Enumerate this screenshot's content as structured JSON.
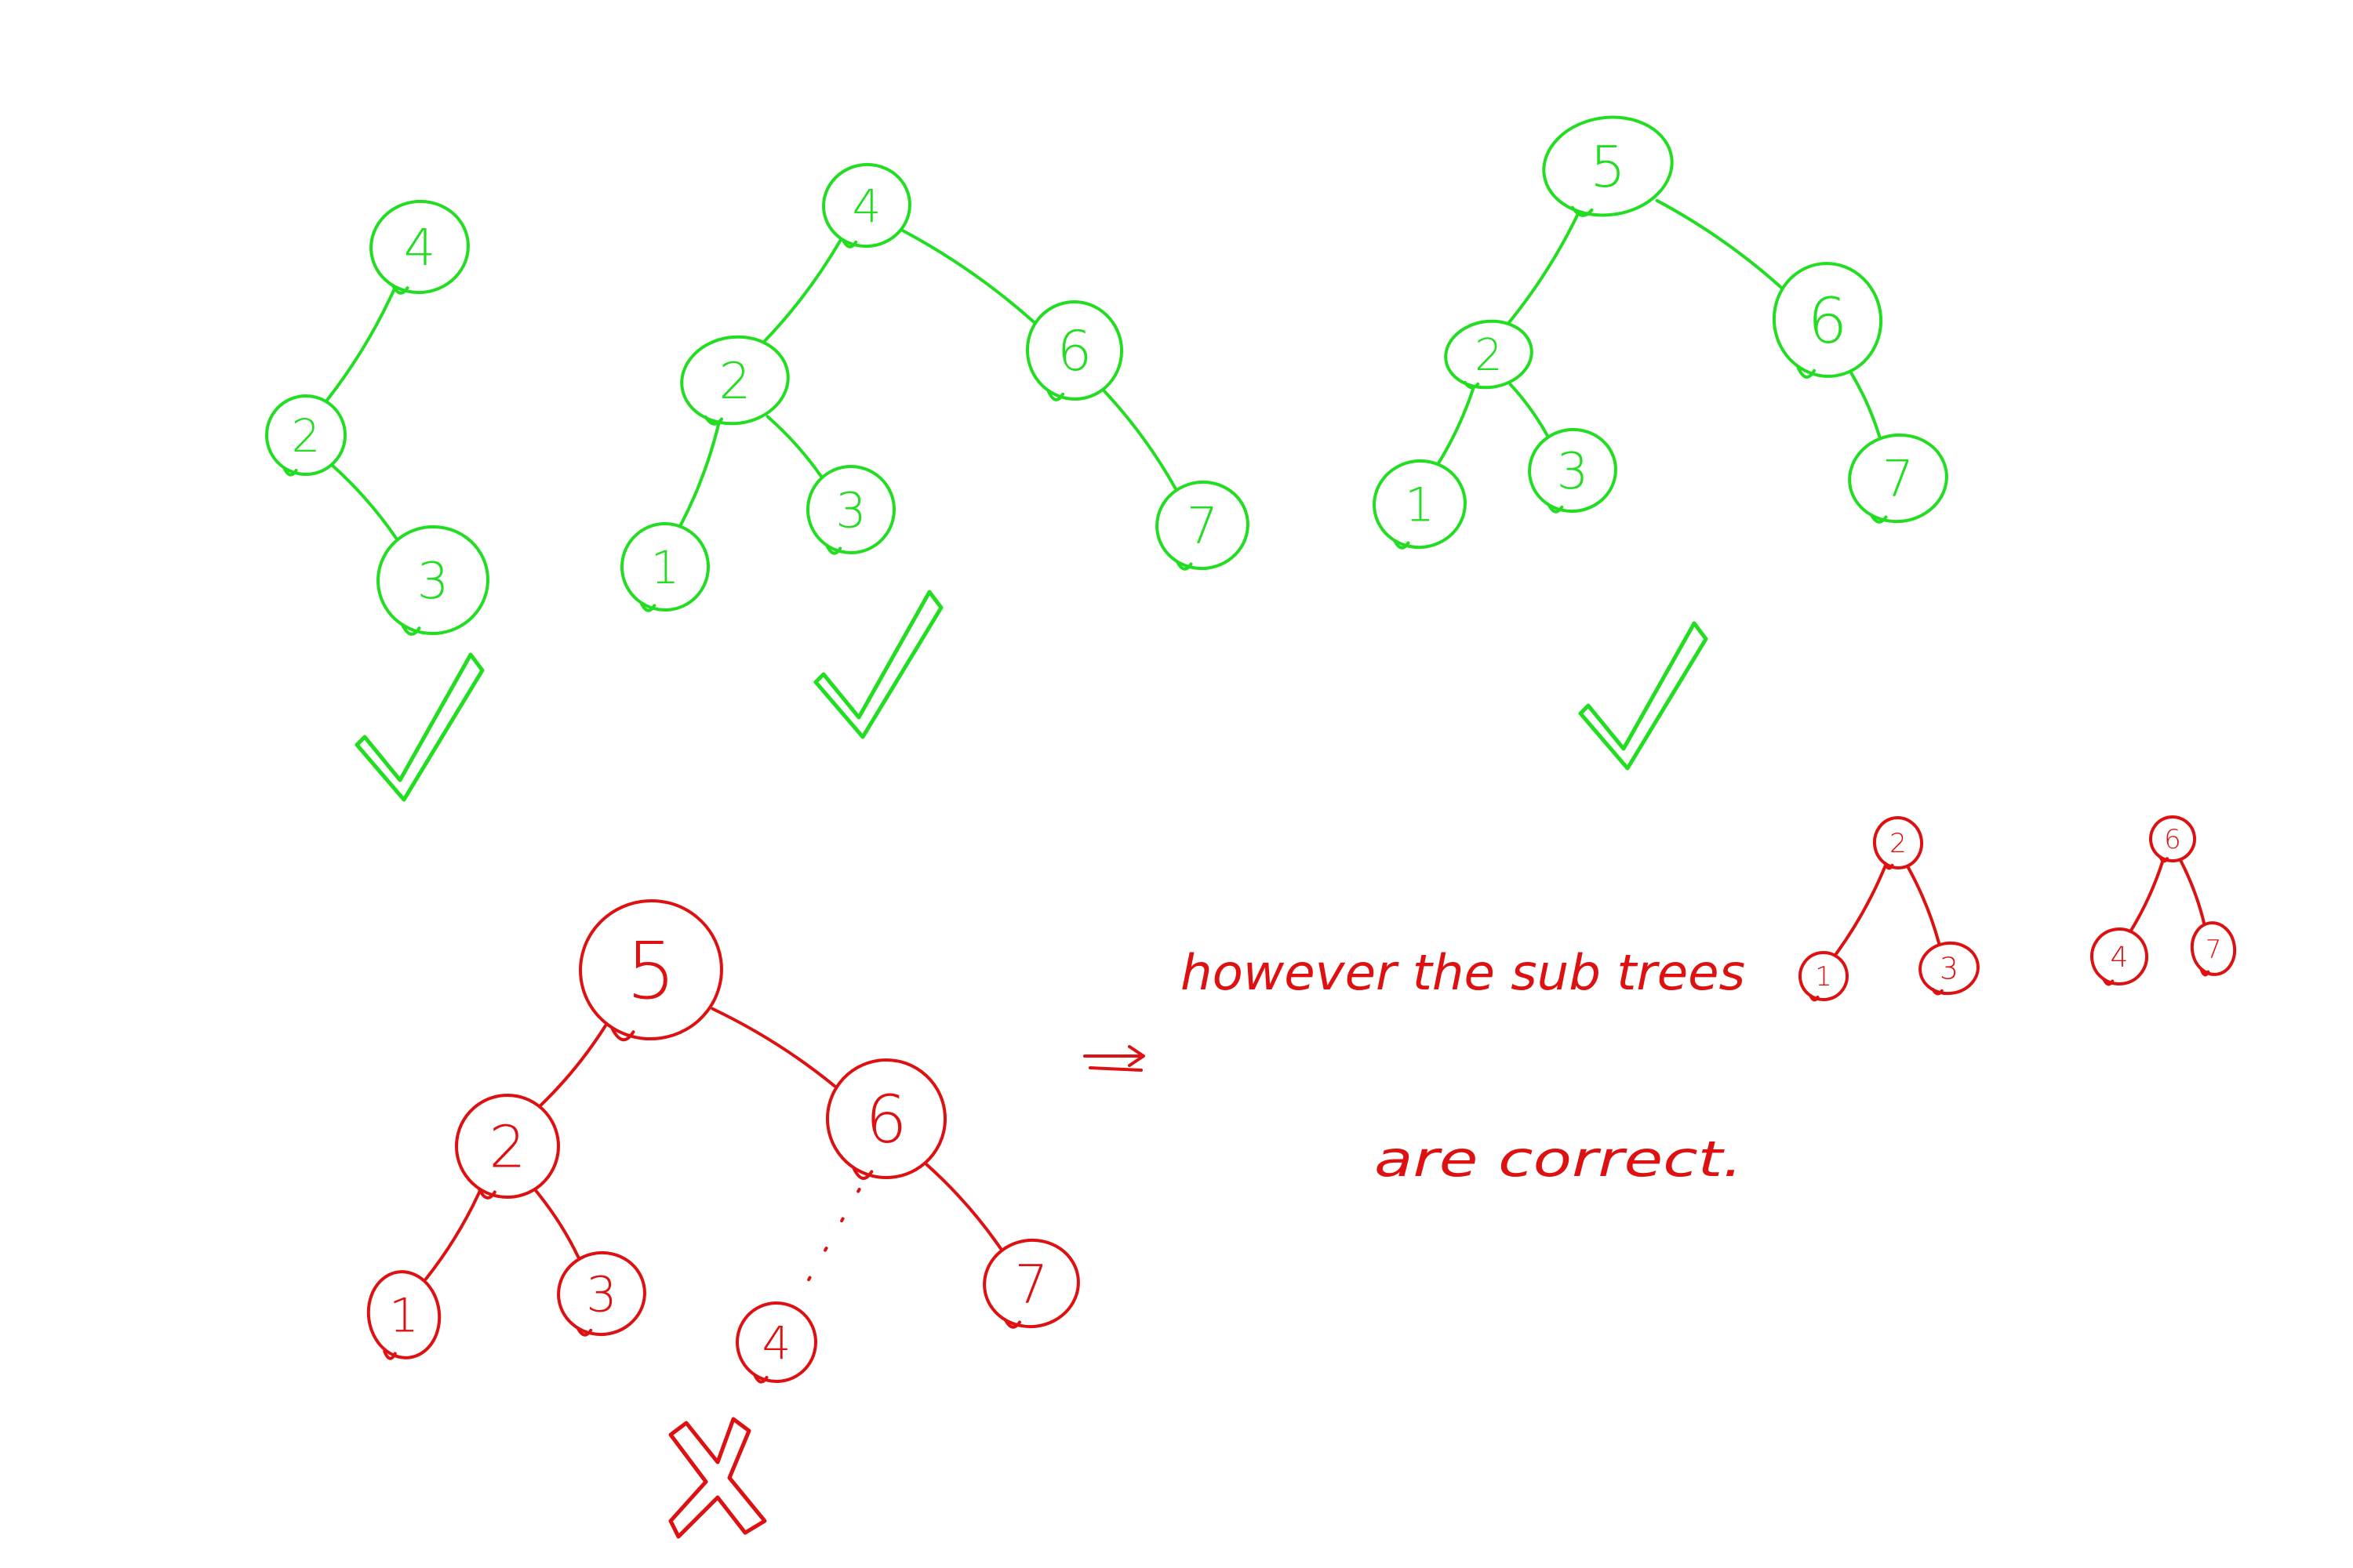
{
  "colors": {
    "valid": "#22dd22",
    "invalid": "#dd1111"
  },
  "trees": [
    {
      "id": "tree-a",
      "status": "valid",
      "mark": "check-icon",
      "nodes": [
        {
          "id": "n4",
          "label": "4"
        },
        {
          "id": "n2",
          "label": "2"
        },
        {
          "id": "n3",
          "label": "3"
        }
      ],
      "edges": [
        [
          "n4",
          "n2"
        ],
        [
          "n2",
          "n3"
        ]
      ]
    },
    {
      "id": "tree-b",
      "status": "valid",
      "mark": "check-icon",
      "nodes": [
        {
          "id": "n4",
          "label": "4"
        },
        {
          "id": "n2",
          "label": "2"
        },
        {
          "id": "n6",
          "label": "6"
        },
        {
          "id": "n1",
          "label": "1"
        },
        {
          "id": "n3",
          "label": "3"
        },
        {
          "id": "n7",
          "label": "7"
        }
      ],
      "edges": [
        [
          "n4",
          "n2"
        ],
        [
          "n4",
          "n6"
        ],
        [
          "n2",
          "n1"
        ],
        [
          "n2",
          "n3"
        ],
        [
          "n6",
          "n7"
        ]
      ]
    },
    {
      "id": "tree-c",
      "status": "valid",
      "mark": "check-icon",
      "nodes": [
        {
          "id": "n5",
          "label": "5"
        },
        {
          "id": "n2",
          "label": "2"
        },
        {
          "id": "n6",
          "label": "6"
        },
        {
          "id": "n1",
          "label": "1"
        },
        {
          "id": "n3",
          "label": "3"
        },
        {
          "id": "n7",
          "label": "7"
        }
      ],
      "edges": [
        [
          "n5",
          "n2"
        ],
        [
          "n5",
          "n6"
        ],
        [
          "n2",
          "n1"
        ],
        [
          "n2",
          "n3"
        ],
        [
          "n6",
          "n7"
        ]
      ]
    },
    {
      "id": "tree-d",
      "status": "invalid",
      "mark": "cross-icon",
      "nodes": [
        {
          "id": "n5",
          "label": "5"
        },
        {
          "id": "n2",
          "label": "2"
        },
        {
          "id": "n6",
          "label": "6"
        },
        {
          "id": "n1",
          "label": "1"
        },
        {
          "id": "n3",
          "label": "3"
        },
        {
          "id": "n4",
          "label": "4"
        },
        {
          "id": "n7",
          "label": "7"
        }
      ],
      "edges": [
        [
          "n5",
          "n2"
        ],
        [
          "n5",
          "n6"
        ],
        [
          "n2",
          "n1"
        ],
        [
          "n2",
          "n3"
        ],
        [
          "n6",
          "n7"
        ]
      ],
      "dotted_edges": [
        [
          "n6",
          "n4"
        ]
      ]
    },
    {
      "id": "subtree-left",
      "status": "invalid",
      "mark": "",
      "nodes": [
        {
          "id": "n2",
          "label": "2"
        },
        {
          "id": "n1",
          "label": "1"
        },
        {
          "id": "n3",
          "label": "3"
        }
      ],
      "edges": [
        [
          "n2",
          "n1"
        ],
        [
          "n2",
          "n3"
        ]
      ]
    },
    {
      "id": "subtree-right",
      "status": "invalid",
      "mark": "",
      "nodes": [
        {
          "id": "n6",
          "label": "6"
        },
        {
          "id": "n4",
          "label": "4"
        },
        {
          "id": "n7",
          "label": "7"
        }
      ],
      "edges": [
        [
          "n6",
          "n4"
        ],
        [
          "n6",
          "n7"
        ]
      ]
    }
  ],
  "annotation": {
    "arrow_icon": "arrow-right-icon",
    "line1": "however the sub trees",
    "line2": "are correct."
  }
}
